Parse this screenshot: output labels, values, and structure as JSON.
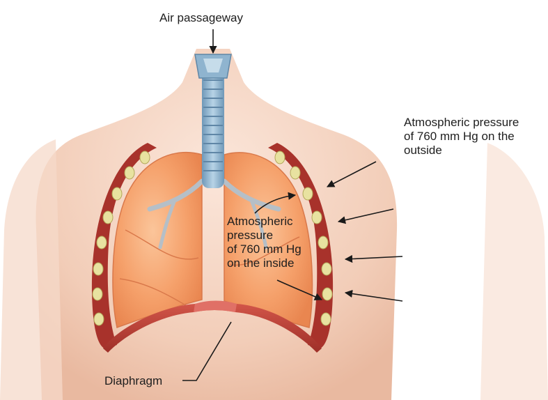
{
  "figure": {
    "labels": {
      "air_passageway": "Air passageway",
      "outside_pressure": [
        "Atmospheric pressure",
        "of 760 mm Hg on the",
        "outside"
      ],
      "inside_pressure": [
        "Atmospheric",
        "pressure",
        "of 760 mm Hg",
        "on the inside"
      ],
      "diaphragm": "Diaphragm"
    },
    "colors": {
      "skin": "#f4d4c2",
      "lung": "#f6a06c",
      "ribs": "#a8322b",
      "cartilage": "#e8e2a0",
      "trachea": "#8fb4cf",
      "diaphragm": "#c0453a",
      "arrow": "#1a1a1a"
    }
  }
}
